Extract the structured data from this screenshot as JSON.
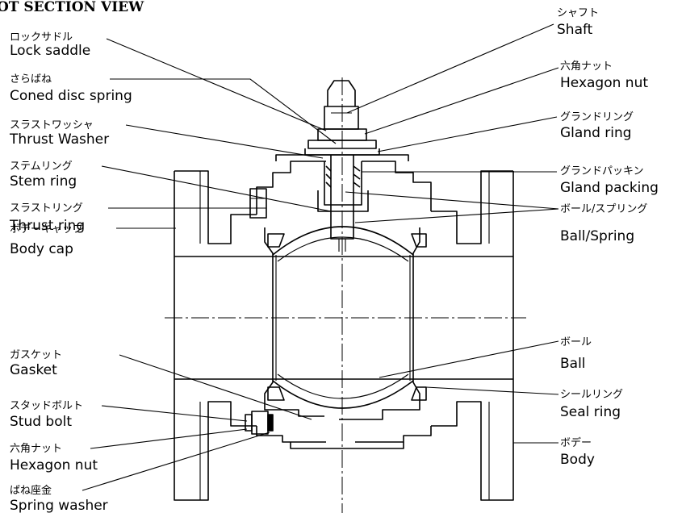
{
  "title": "OT SECTION VIEW",
  "labels": {
    "lock_saddle": {
      "ja": "ロックサドル",
      "en": "Lock saddle"
    },
    "coned_disc_spring": {
      "ja": "さらばね",
      "en": "Coned disc spring"
    },
    "thrust_washer": {
      "ja": "スラストワッシャ",
      "en": "Thrust Washer"
    },
    "stem_ring": {
      "ja": "ステムリング",
      "en": "Stem ring"
    },
    "thrust_ring": {
      "ja": "スラストリング",
      "en": "Thrust ring"
    },
    "body_cap": {
      "ja": "ボデーキャップ",
      "en": "Body cap"
    },
    "gasket": {
      "ja": "ガスケット",
      "en": "Gasket"
    },
    "stud_bolt": {
      "ja": "スタッドボルト",
      "en": "Stud bolt"
    },
    "hexagon_nut_bottom": {
      "ja": "六角ナット",
      "en": "Hexagon nut"
    },
    "spring_washer": {
      "ja": "ばね座金",
      "en": "Spring washer"
    },
    "shaft": {
      "ja": "シャフト",
      "en": "Shaft"
    },
    "hexagon_nut_top": {
      "ja": "六角ナット",
      "en": "Hexagon nut"
    },
    "gland_ring": {
      "ja": "グランドリング",
      "en": "Gland ring"
    },
    "gland_packing": {
      "ja": "グランドパッキン",
      "en": "Gland packing"
    },
    "ball_spring": {
      "ja": "ボール/スプリング",
      "en": "Ball/Spring"
    },
    "ball": {
      "ja": "ボール",
      "en": "Ball"
    },
    "seal_ring": {
      "ja": "シールリング",
      "en": "Seal ring"
    },
    "body": {
      "ja": "ボデー",
      "en": "Body"
    }
  }
}
